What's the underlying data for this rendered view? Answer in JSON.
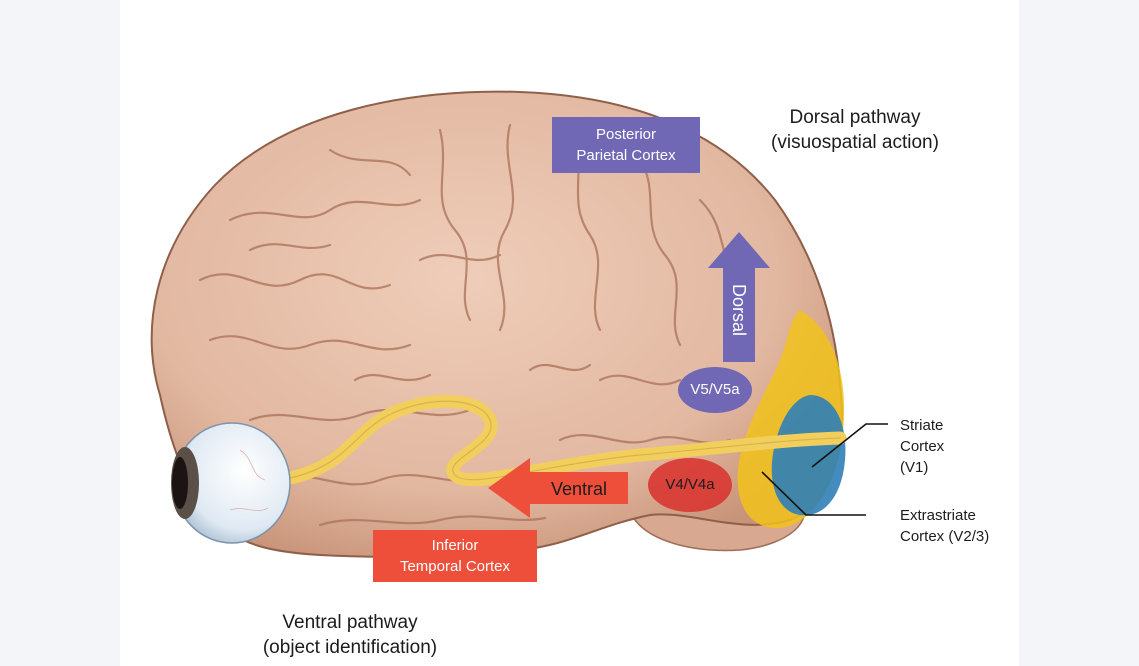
{
  "dorsal": {
    "heading": "Dorsal pathway",
    "subheading": "(visuospatial action)",
    "region_line1": "Posterior",
    "region_line2": "Parietal Cortex",
    "arrow_label": "Dorsal",
    "area_label": "V5/V5a"
  },
  "ventral": {
    "heading": "Ventral pathway",
    "subheading": "(object identification)",
    "region_line1": "Inferior",
    "region_line2": "Temporal Cortex",
    "arrow_label": "Ventral",
    "area_label": "V4/V4a"
  },
  "striate": {
    "line1": "Striate",
    "line2": "Cortex",
    "line3": "(V1)"
  },
  "extrastriate": {
    "line1": "Extrastriate",
    "line2": "Cortex (V2/3)"
  },
  "colors": {
    "dorsal": "#7068b4",
    "ventral": "#ee4f3a",
    "v4_area": "#d93a33",
    "extrastriate": "#f1c21b",
    "striate": "#2f7fb6",
    "optic_pathway": "#f2cf5c",
    "brain": "#e2b8a1"
  }
}
